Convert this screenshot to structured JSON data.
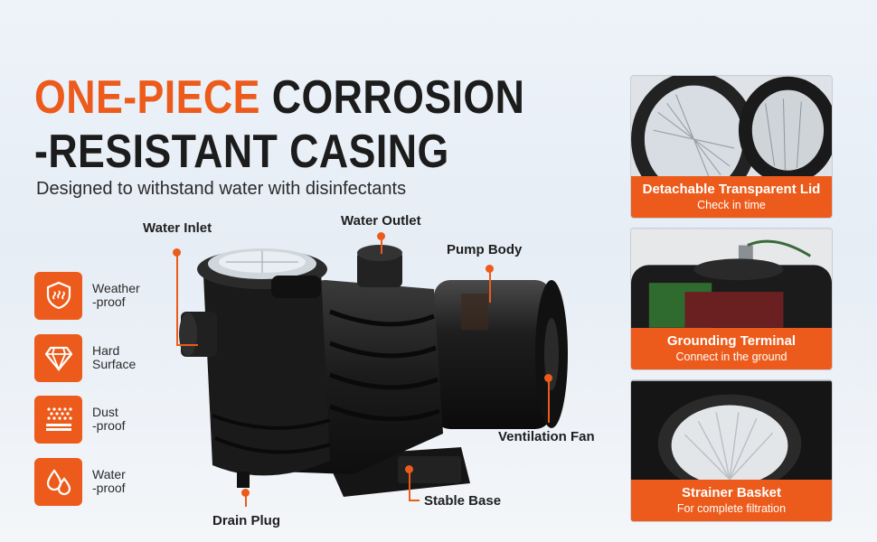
{
  "headline": {
    "accent": "ONE-PIECE",
    "rest_line1": "CORROSION",
    "line2": "-RESISTANT CASING"
  },
  "subtitle": "Designed to withstand water with disinfectants",
  "features": [
    {
      "icon": "weatherproof-icon",
      "line1": "Weather",
      "line2": "-proof"
    },
    {
      "icon": "diamond-icon",
      "line1": "Hard",
      "line2": "Surface"
    },
    {
      "icon": "dust-icon",
      "line1": "Dust",
      "line2": "-proof"
    },
    {
      "icon": "water-drops-icon",
      "line1": "Water",
      "line2": "-proof"
    }
  ],
  "callouts": {
    "water_inlet": "Water Inlet",
    "water_outlet": "Water Outlet",
    "pump_body": "Pump Body",
    "ventilation_fan": "Ventilation Fan",
    "stable_base": "Stable Base",
    "drain_plug": "Drain Plug"
  },
  "cards": [
    {
      "title": "Detachable Transparent Lid",
      "subtitle": "Check in time"
    },
    {
      "title": "Grounding Terminal",
      "subtitle": "Connect in the ground"
    },
    {
      "title": "Strainer Basket",
      "subtitle": "For complete filtration"
    }
  ],
  "colors": {
    "accent": "#ec5b1b",
    "text": "#1e1e1e"
  }
}
